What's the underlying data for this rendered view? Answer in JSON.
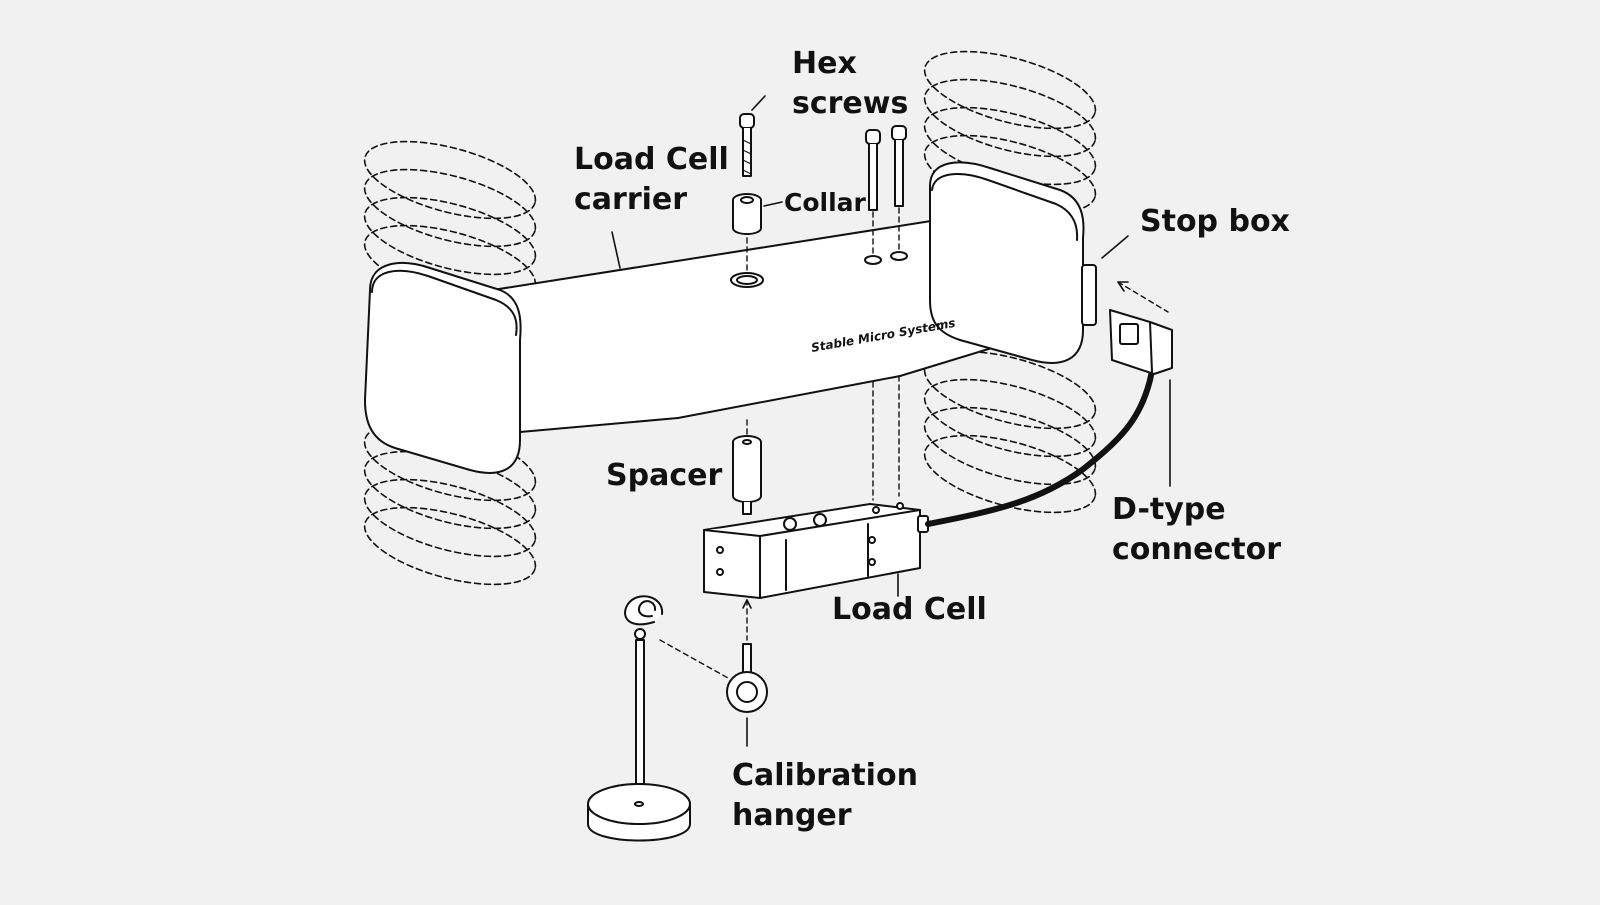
{
  "labels": {
    "hex_screws": [
      "Hex",
      "screws"
    ],
    "load_cell_carrier": [
      "Load Cell",
      "carrier"
    ],
    "collar": "Collar",
    "stop_box": "Stop box",
    "spacer": "Spacer",
    "d_type_connector": [
      "D-type",
      "connector"
    ],
    "load_cell": "Load Cell",
    "calibration_hanger": [
      "Calibration",
      "hanger"
    ]
  },
  "brand": "Stable Micro Systems",
  "colors": {
    "background": "#f1f1f1",
    "line": "#111111",
    "body_fill": "#ffffff",
    "cable": "#111111"
  }
}
